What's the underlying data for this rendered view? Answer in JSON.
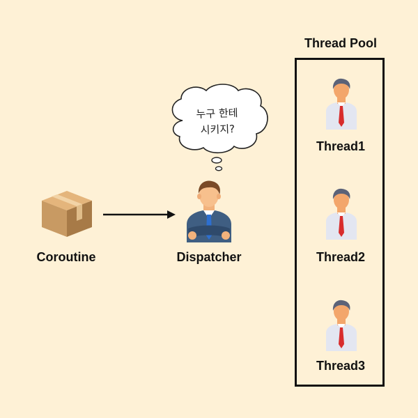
{
  "diagram": {
    "coroutine": {
      "label": "Coroutine",
      "icon": "package-box-icon"
    },
    "dispatcher": {
      "label": "Dispatcher",
      "icon": "businessman-icon",
      "thought_line1": "누구 한테",
      "thought_line2": "시키지?"
    },
    "thread_pool": {
      "title": "Thread Pool",
      "threads": [
        {
          "label": "Thread1",
          "icon": "worker-icon"
        },
        {
          "label": "Thread2",
          "icon": "worker-icon"
        },
        {
          "label": "Thread3",
          "icon": "worker-icon"
        }
      ]
    },
    "colors": {
      "background": "#fef1d6",
      "box": "#c89a63",
      "tie": "#d82c2c",
      "suit": "#3f5e82",
      "line": "#111111"
    }
  }
}
